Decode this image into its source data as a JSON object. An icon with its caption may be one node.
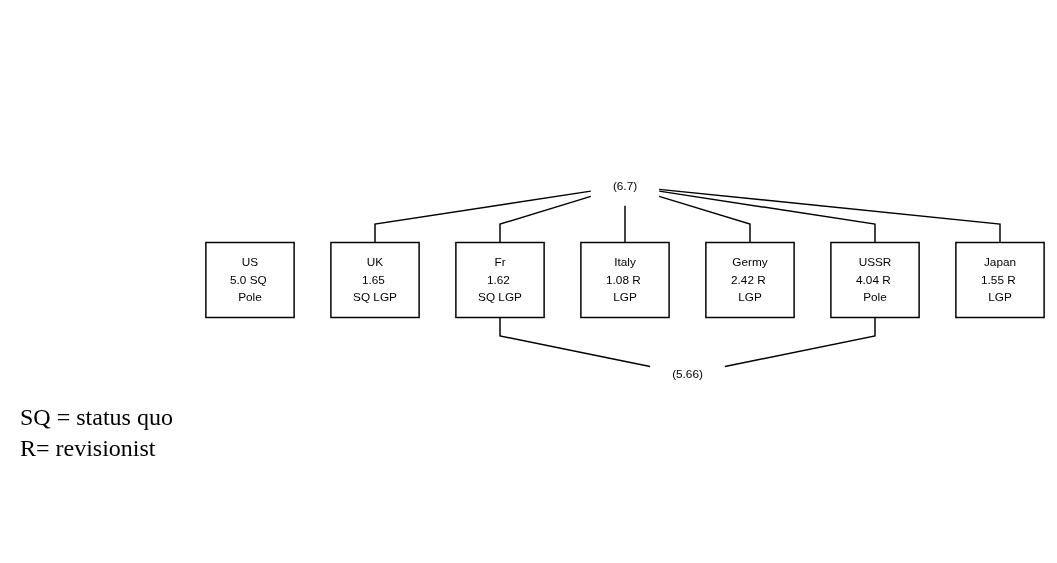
{
  "diagram": {
    "nodes": [
      {
        "text": [
          "(6.7)"
        ]
      },
      {
        "text": [
          "US",
          "5.0 SQ Pole"
        ]
      },
      {
        "text": [
          "UK",
          "1.65 SQ LGP"
        ]
      },
      {
        "text": [
          "Fr",
          "1.62 SQ LGP"
        ]
      },
      {
        "text": [
          "Italy",
          "1.08 R LGP"
        ]
      },
      {
        "text": [
          "Germy",
          "2.42 R LGP"
        ]
      },
      {
        "text": [
          "USSR",
          "4.04 R Pole"
        ]
      },
      {
        "text": [
          "Japan",
          "1.55 R LGP"
        ]
      },
      {
        "text": [
          "(5.66)"
        ]
      }
    ],
    "edges": [
      {
        "from": 0,
        "to": 2,
        "arrow": "none"
      },
      {
        "from": 0,
        "to": 3,
        "arrow": "none"
      },
      {
        "from": 0,
        "to": 4,
        "arrow": "none"
      },
      {
        "from": 0,
        "to": 5,
        "arrow": "none"
      },
      {
        "from": 0,
        "to": 6,
        "arrow": "none"
      },
      {
        "from": 0,
        "to": 7,
        "arrow": "none"
      },
      {
        "from": 3,
        "to": 8,
        "arrow": "none"
      },
      {
        "from": 6,
        "to": 8,
        "arrow": "none"
      }
    ],
    "labels": [
      "SQ = status quo",
      "R= revisionist"
    ]
  }
}
